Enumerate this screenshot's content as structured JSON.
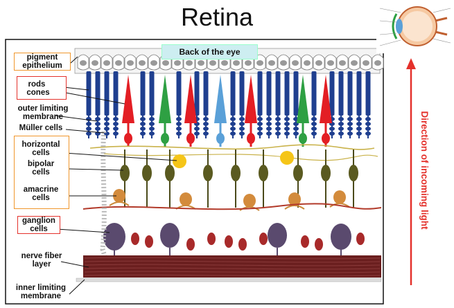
{
  "title": "Retina",
  "back_of_eye": "Back of the eye",
  "direction_label": "Direction of incoming light",
  "labels": {
    "pigment": [
      "pigment",
      "epithelium"
    ],
    "rods": "rods",
    "cones": "cones",
    "outer_limiting": [
      "outer limiting",
      "membrane"
    ],
    "muller": "Müller cells",
    "horizontal": [
      "horizontal",
      "cells"
    ],
    "bipolar": [
      "bipolar",
      "cells"
    ],
    "amacrine": [
      "amacrine",
      "cells"
    ],
    "ganglion": [
      "ganglion",
      "cells"
    ],
    "nerve_fiber": [
      "nerve fiber",
      "layer"
    ],
    "inner_limiting": [
      "inner limiting",
      "membrane"
    ]
  },
  "colors": {
    "rod": "#1f3f8f",
    "cone_red": "#e31e24",
    "cone_green": "#2ea043",
    "cone_blue": "#5aa0d8",
    "highlight_box_orange": "#f0962b",
    "highlight_box_red": "#e4312b",
    "nerve_fiber": "#6b1f1f"
  },
  "icons": [
    "eye-cross-section-icon",
    "up-arrow-icon"
  ]
}
